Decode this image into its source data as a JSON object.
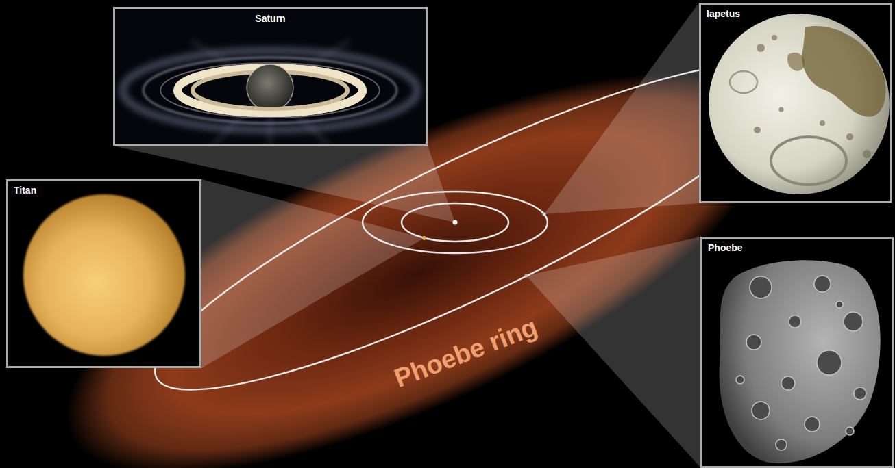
{
  "diagram": {
    "nodes": [
      {
        "text": [
          "Saturn"
        ]
      },
      {
        "text": [
          "Iapetus"
        ]
      },
      {
        "text": [
          "Titan"
        ]
      },
      {
        "text": [
          "Phoebe"
        ]
      }
    ],
    "labels": [
      "Phoebe ring"
    ]
  }
}
